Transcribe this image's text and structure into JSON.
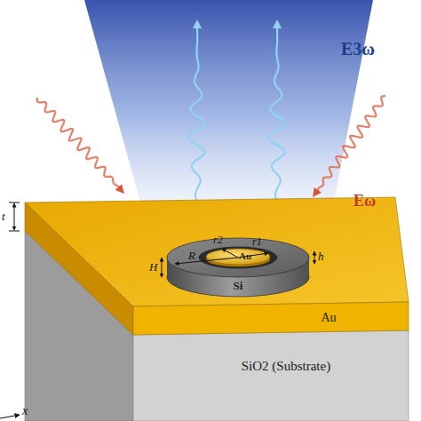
{
  "diagram": {
    "nodes": [
      {
        "text": [
          "Si"
        ]
      },
      {
        "text": [
          "Au"
        ],
        "in": 0
      },
      {
        "text": [
          "Au"
        ]
      },
      {
        "text": [
          "SiO2 (Substrate)"
        ]
      }
    ],
    "labels": [
      "E3ω",
      "Eω",
      "t",
      "H",
      "h",
      "R",
      "r2",
      "r1",
      "x"
    ]
  }
}
